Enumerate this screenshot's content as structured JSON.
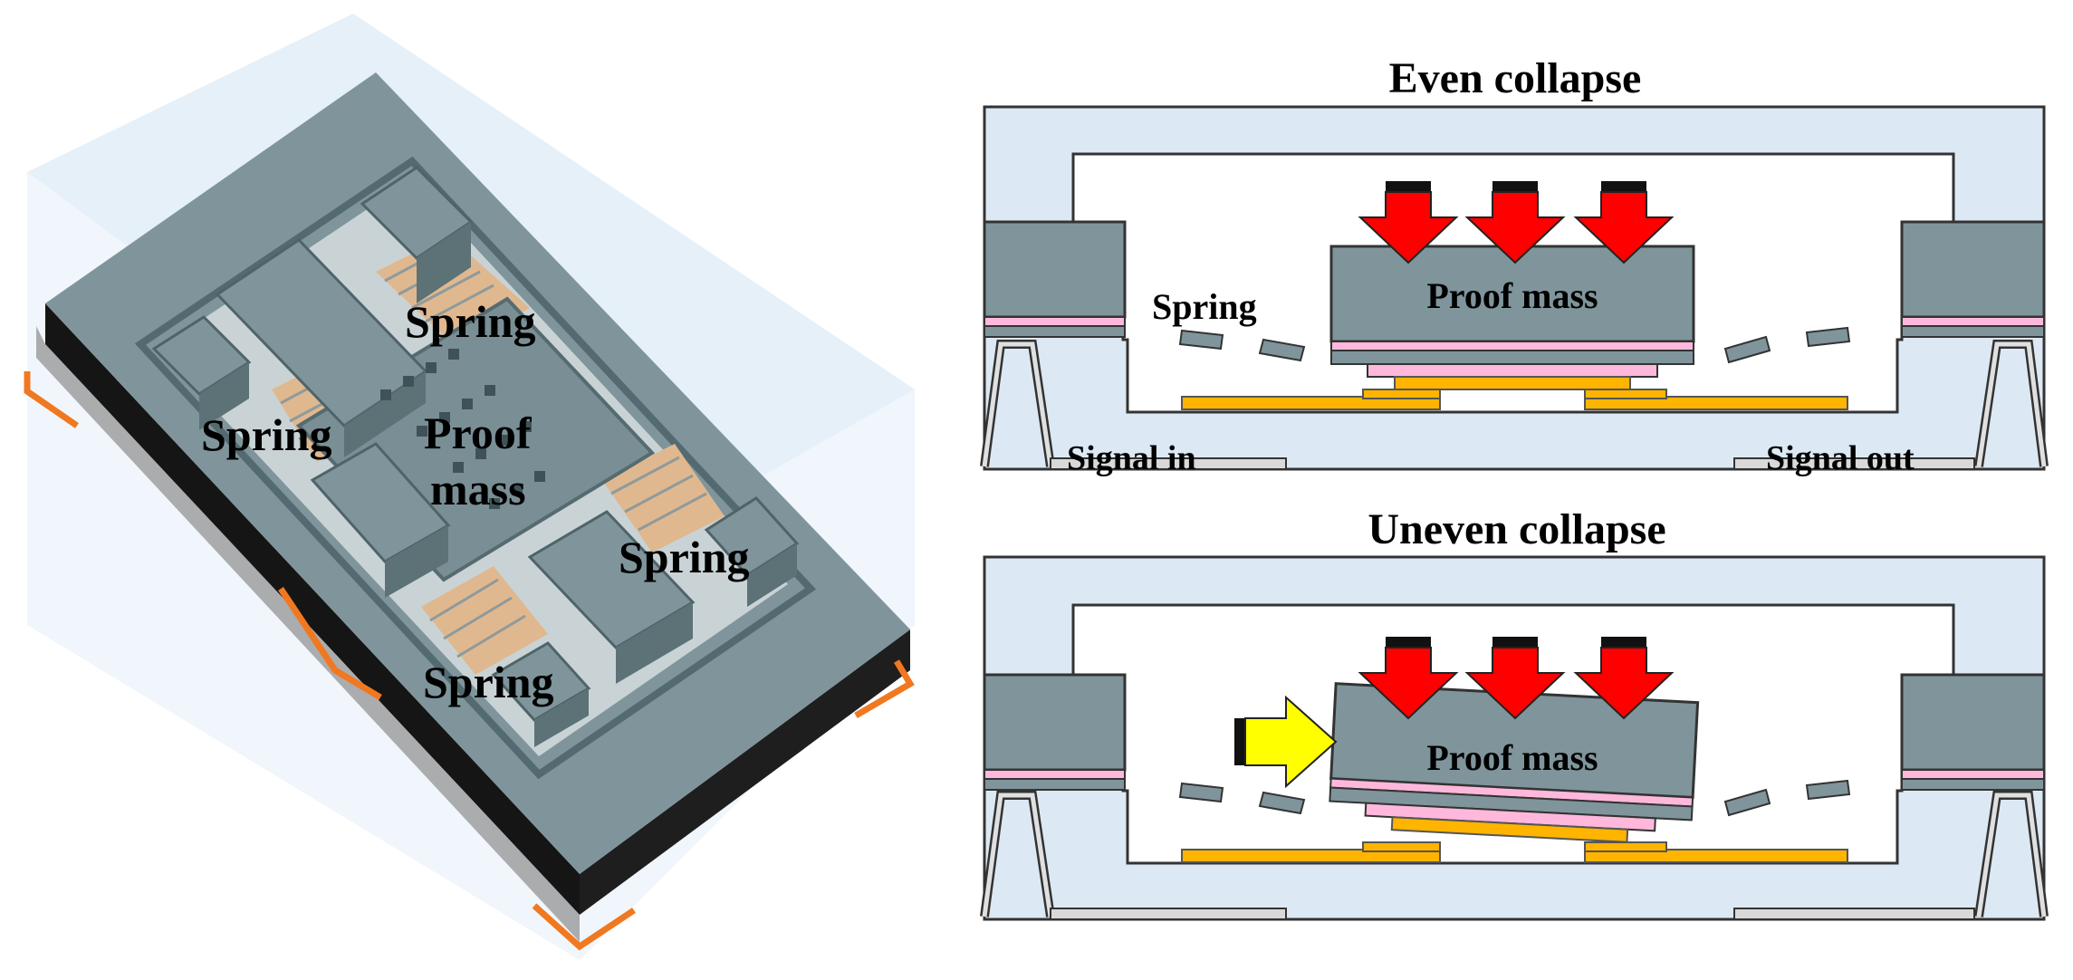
{
  "iso_view": {
    "labels": {
      "spring_top": "Spring",
      "spring_left": "Spring",
      "proof_line1": "Proof",
      "proof_line2": "mass",
      "spring_right": "Spring",
      "spring_bottom": "Spring"
    }
  },
  "even_panel": {
    "title": "Even collapse",
    "proof_mass": "Proof mass",
    "spring": "Spring",
    "signal_in": "Signal in",
    "signal_out": "Signal out"
  },
  "uneven_panel": {
    "title": "Uneven collapse",
    "proof_mass": "Proof mass"
  },
  "colors": {
    "chip_gray": "#7f959b",
    "chip_dark": "#657b80",
    "package_light_blue": "#dce9f4",
    "electrode_orange": "#ffb400",
    "pink_layer": "#ffb8dc",
    "force_red": "#ff0000",
    "lateral_force_yellow": "#ffff00",
    "corner_orange": "#f07820"
  }
}
